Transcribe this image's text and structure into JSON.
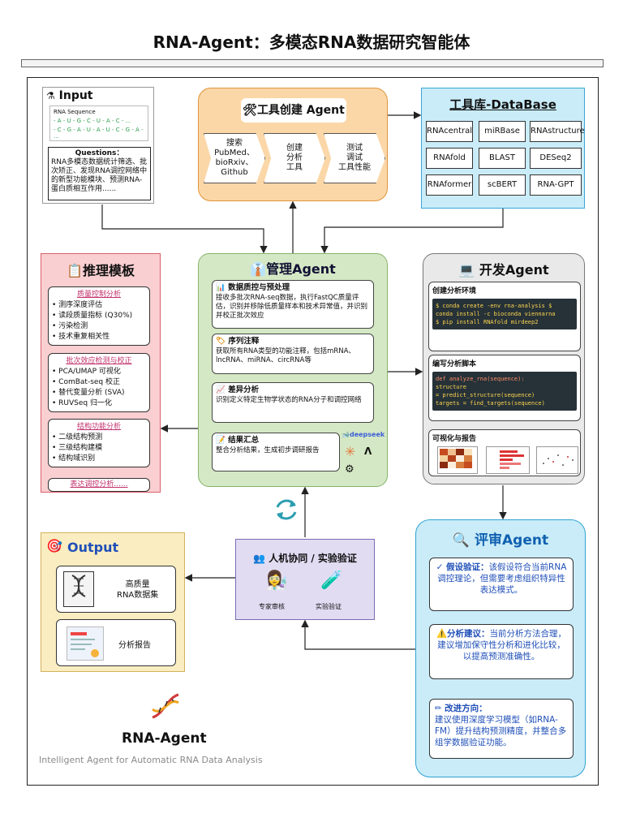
{
  "title": "RNA-Agent：多模态RNA数据研究智能体",
  "input": {
    "title": "Input",
    "seq_title": "RNA Sequence",
    "seq_line1": "- A - U - G - C - U - A - C - ...",
    "seq_line2": "- C - G - A - U - A - U - C - G - A - ...",
    "questions_title": "Questions：",
    "questions_text": "RNA多模态数据统计筛选、批次矫正、发现RNA调控网络中的新型功能模块、预测RNA-蛋白质相互作用......"
  },
  "tool_creation": {
    "title": "工具创建 Agent",
    "steps": [
      "搜索\nPubMed、\nbioRxiv、\nGithub",
      "创建\n分析\n工具",
      "测试\n调试\n工具性能"
    ]
  },
  "database": {
    "title": "工具库-DataBase",
    "items": [
      "RNAcentral",
      "miRBase",
      "RNAstructure",
      "RNAfold",
      "BLAST",
      "DESeq2",
      "RNAformer",
      "scBERT",
      "RNA-GPT"
    ]
  },
  "reasoning": {
    "title": "推理模板",
    "groups": [
      {
        "heading": "质量控制分析",
        "items": [
          "测序深度评估",
          "读段质量指标 (Q30%)",
          "污染检测",
          "技术重复相关性"
        ]
      },
      {
        "heading": "批次效应检测与校正",
        "items": [
          "PCA/UMAP 可视化",
          "ComBat-seq 校正",
          "替代变量分析 (SVA)",
          "RUVSeq 归一化"
        ]
      },
      {
        "heading": "结构功能分析",
        "items": [
          "二级结构预测",
          "三级结构建模",
          "结构域识别"
        ]
      }
    ],
    "more": "表达调控分析......"
  },
  "manager": {
    "title": "管理Agent",
    "cards": [
      {
        "heading": "数据质控与预处理",
        "text": "接收多批次RNA-seq数据，执行FastQC质量评估，识别并移除低质量样本和技术异常值，并识别并校正批次效应"
      },
      {
        "heading": "序列注释",
        "text": "获取所有RNA类型的功能注释，包括mRNA、lncRNA、miRNA、circRNA等"
      },
      {
        "heading": "差异分析",
        "text": "识别定义特定生物学状态的RNA分子和调控网络"
      },
      {
        "heading": "结果汇总",
        "text": "整合分析结果，生成初步调研报告"
      }
    ],
    "logo_deepseek": "deepseek"
  },
  "dev": {
    "title": "开发Agent",
    "env_heading": "创建分析环境",
    "env_code": [
      "$ conda create -env rna-analysis $",
      "conda install -c bioconda viennarna",
      "$ pip install RNAfold mirdeep2"
    ],
    "script_heading": "编写分析脚本",
    "script_code": [
      "def analyze_rna(sequence):",
      "structure",
      "= predict_structure(sequence)",
      "targets = find_targets(sequence)"
    ],
    "viz_heading": "可视化与报告"
  },
  "review": {
    "title": "评审Agent",
    "cards": [
      {
        "label": "✓ 假设验证：",
        "text": "该假设符合当前RNA调控理论，但需要考虑组织特异性表达模式。"
      },
      {
        "label": "分析建议：",
        "text": "当前分析方法合理，建议增加保守性分析和进化比较，以提高预测准确性。"
      },
      {
        "label": "改进方向：",
        "text": "建议使用深度学习模型（如RNA-FM）提升结构预测精度，并整合多组学数据验证功能。"
      }
    ]
  },
  "human": {
    "title": "人机协同 / 实验验证",
    "expert": "专家审核",
    "lab": "实验验证"
  },
  "output": {
    "title": "Output",
    "dataset": "高质量\nRNA数据集",
    "report": "分析报告"
  },
  "brand": {
    "name": "RNA-Agent",
    "subtitle": "Intelligent Agent for Automatic RNA Data Analysis"
  },
  "colors": {
    "tool": "#fbd7a8",
    "database": "#c9ecf8",
    "reasoning": "#f9cfd1",
    "manager": "#d5e8c5",
    "dev": "#e9e9e9",
    "review": "#c9ecf8",
    "human": "#e1dcf2",
    "output": "#fbedc2"
  }
}
